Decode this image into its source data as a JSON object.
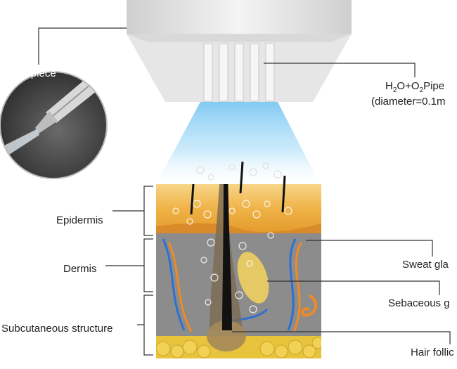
{
  "labels": {
    "handpiece": "Handpiece",
    "pipe_line1_parts": [
      "H",
      "2",
      "O+O",
      "2",
      "Pipe"
    ],
    "pipe_line2": "(diameter=0.1m",
    "epidermis": "Epidermis",
    "dermis": "Dermis",
    "subcutaneous": "Subcutaneous structure",
    "sweat_gland": "Sweat gla",
    "sebaceous_gland": "Sebaceous g",
    "hair_follicle": "Hair follic"
  },
  "colors": {
    "device_body": "#e4e4e4",
    "spray": "#8fd0f5",
    "epidermis": "#f0b64a",
    "dermis": "#8a8a8a",
    "fat": "#e6c13a",
    "hair": "#111111",
    "sweat_gland": "#f08a24",
    "vein": "#2f6fd0",
    "sebaceous": "#f4d35e"
  }
}
